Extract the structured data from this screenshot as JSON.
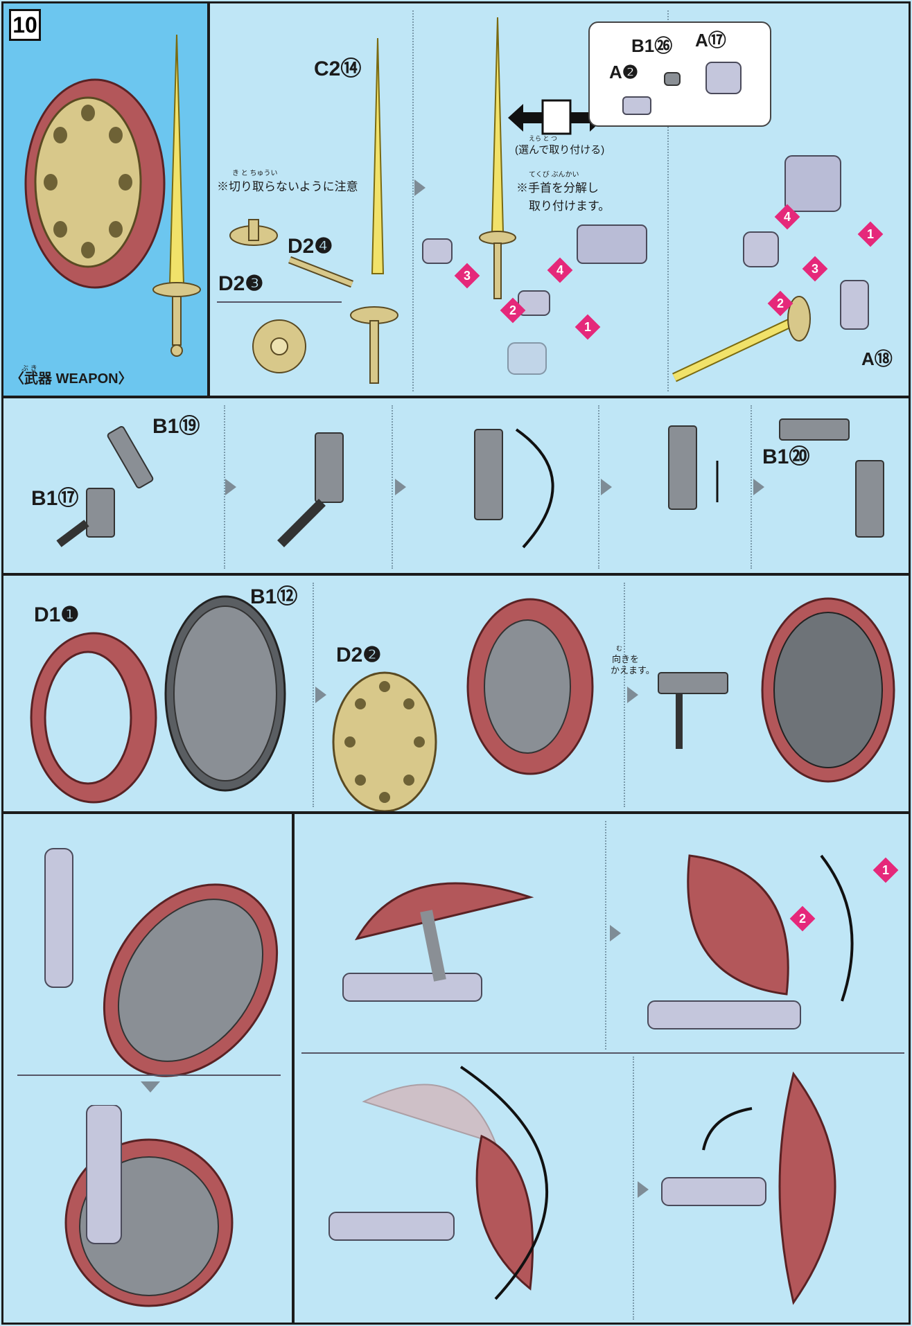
{
  "step": {
    "number": "10"
  },
  "weapon": {
    "caption_kanji": "武器",
    "caption_en": "WEAPON",
    "caption_ruby": "ぶ き"
  },
  "part_labels": {
    "c2_14": "C2⑭",
    "d2_4": "D2❹",
    "d2_3": "D2❸",
    "b1_26": "B1㉖",
    "a_17": "A⑰",
    "a_2": "A❷",
    "a_18": "A⑱",
    "b1_19": "B1⑲",
    "b1_17": "B1⑰",
    "b1_20": "B1⑳",
    "d1_1": "D1❶",
    "b1_12": "B1⑫",
    "d2_2": "D2❷"
  },
  "notes": {
    "caution_cut": "※切り取らないように注意",
    "caution_ruby": "き と         ちゅうい",
    "wrist_note_1": "※手首を分解し",
    "wrist_note_2": "取り付けます。",
    "wrist_ruby": "てくび    ぶんかい",
    "choose_attach": "(選んで取り付ける)",
    "choose_ruby": "えら      と つ",
    "turn_around_1": "向きを",
    "turn_around_2": "かえます。",
    "turn_ruby": "む"
  },
  "badges": {
    "b1": "1",
    "b2": "2",
    "b3": "3",
    "b4": "4"
  },
  "colors": {
    "background": "#bfe6f6",
    "border": "#1b1b1b",
    "badge": "#e5287a",
    "shield_red": "#b3575a",
    "shield_gold": "#d8c88a",
    "sword": "#f1e26a",
    "gray_part": "#8a8f95"
  }
}
